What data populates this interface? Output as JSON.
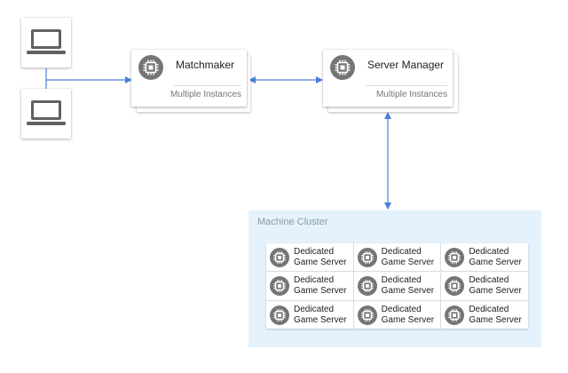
{
  "colors": {
    "connector": "#4a7fd8",
    "icon_circle": "#757575",
    "laptop": "#616161",
    "cluster_bg": "#e3f2fc"
  },
  "clients": [
    {
      "icon": "laptop-icon"
    },
    {
      "icon": "laptop-icon"
    }
  ],
  "matchmaker": {
    "title": "Matchmaker",
    "subtitle": "Multiple Instances",
    "icon": "cpu-chip-icon"
  },
  "server_manager": {
    "title": "Server Manager",
    "subtitle": "Multiple Instances",
    "icon": "cpu-chip-icon"
  },
  "cluster": {
    "label": "Machine Cluster",
    "servers": [
      {
        "line1": "Dedicated",
        "line2": "Game Server"
      },
      {
        "line1": "Dedicated",
        "line2": "Game Server"
      },
      {
        "line1": "Dedicated",
        "line2": "Game Server"
      },
      {
        "line1": "Dedicated",
        "line2": "Game Server"
      },
      {
        "line1": "Dedicated",
        "line2": "Game Server"
      },
      {
        "line1": "Dedicated",
        "line2": "Game Server"
      },
      {
        "line1": "Dedicated",
        "line2": "Game Server"
      },
      {
        "line1": "Dedicated",
        "line2": "Game Server"
      },
      {
        "line1": "Dedicated",
        "line2": "Game Server"
      }
    ]
  },
  "connections": [
    {
      "from": "clients",
      "to": "matchmaker",
      "arrow": "end"
    },
    {
      "from": "matchmaker",
      "to": "server_manager",
      "arrow": "both"
    },
    {
      "from": "server_manager",
      "to": "cluster",
      "arrow": "both"
    }
  ]
}
